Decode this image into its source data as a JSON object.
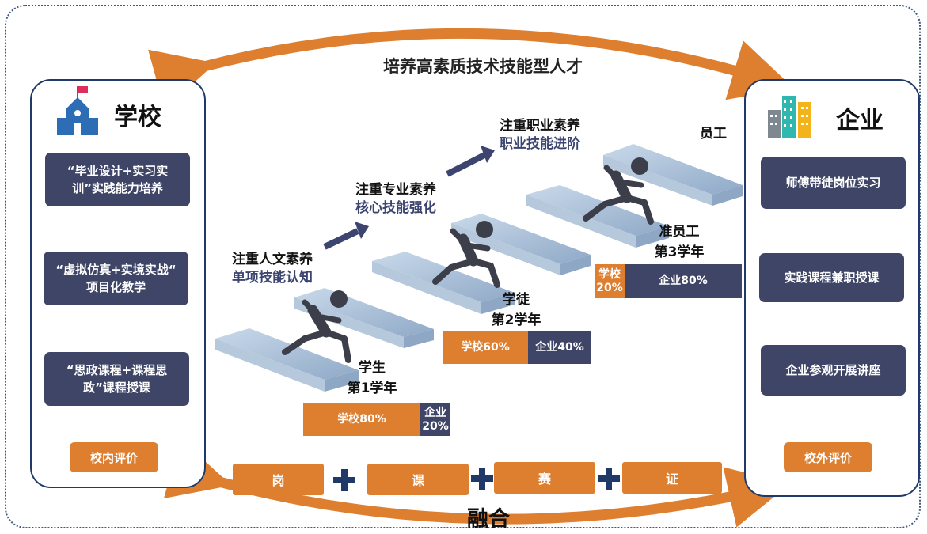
{
  "top_title": "培养高素质技术技能型人才",
  "bottom_title": "融合",
  "school": {
    "title": "学校",
    "items": [
      {
        "line1": "“毕业设计+实习实",
        "line2": "训”实践能力培养"
      },
      {
        "line1": "“虚拟仿真+实境实战“",
        "line2": "项目化教学"
      },
      {
        "line1": "“思政课程+课程思",
        "line2": "政”课程授课"
      }
    ],
    "eval": "校内评价"
  },
  "enterprise": {
    "title": "企业",
    "items": [
      "师傅带徒岗位实习",
      "实践课程兼职授课",
      "企业参观开展讲座"
    ],
    "eval": "校外评价"
  },
  "focus": [
    {
      "line1": "注重人文素养",
      "line2": "单项技能认知"
    },
    {
      "line1": "注重专业素养",
      "line2": "核心技能强化"
    },
    {
      "line1": "注重职业素养",
      "line2": "职业技能进阶"
    }
  ],
  "stages": [
    {
      "role": "学生",
      "year": "第1学年",
      "school": "学校80%",
      "ent_line1": "企业",
      "ent_line2": "20%",
      "school_share": 80
    },
    {
      "role": "学徒",
      "year": "第2学年",
      "school": "学校60%",
      "ent": "企业40%",
      "school_share": 60
    },
    {
      "role": "准员工",
      "year": "第3学年",
      "school_line1": "学校",
      "school_line2": "20%",
      "ent": "企业80%",
      "school_share": 20
    }
  ],
  "employee": "员工",
  "fusion": [
    "岗",
    "课",
    "赛",
    "证"
  ],
  "colors": {
    "orange": "#de7f30",
    "navy": "#3f4566",
    "border": "#1f3a68",
    "step": "#a8c0da"
  }
}
